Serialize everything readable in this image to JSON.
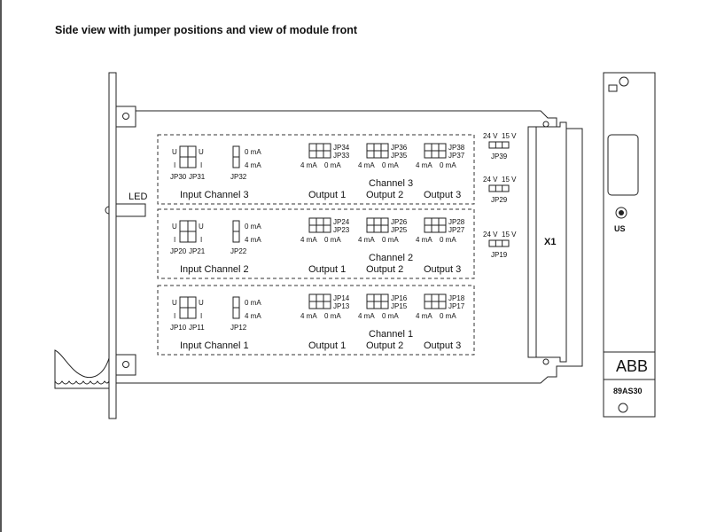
{
  "title": "Side view with jumper positions and view of module front",
  "led_label": "LED",
  "connector_label": "X1",
  "groups": [
    {
      "channel_label": "Channel 3",
      "input_label": "Input Channel 3",
      "u_top": "U",
      "u_bottom": "I",
      "u_top_r": "U",
      "u_bottom_r": "I",
      "jp_left": "JP30",
      "jp_right": "JP31",
      "mA_top": "0 mA",
      "mA_bottom": "4 mA",
      "jp_ma": "JP32",
      "outputs": [
        {
          "label": "Output 1",
          "jp_top": "JP34",
          "jp_bottom": "JP33",
          "ma_left": "4 mA",
          "ma_right": "0 mA"
        },
        {
          "label": "Output 2",
          "jp_top": "JP36",
          "jp_bottom": "JP35",
          "ma_left": "4 mA",
          "ma_right": "0 mA"
        },
        {
          "label": "Output 3",
          "jp_top": "JP38",
          "jp_bottom": "JP37",
          "ma_left": "4 mA",
          "ma_right": "0 mA"
        }
      ],
      "voltage_left": "24 V",
      "voltage_right": "15 V",
      "voltage_jp": "JP39"
    },
    {
      "channel_label": "Channel 2",
      "input_label": "Input Channel 2",
      "u_top": "U",
      "u_bottom": "I",
      "u_top_r": "U",
      "u_bottom_r": "I",
      "jp_left": "JP20",
      "jp_right": "JP21",
      "mA_top": "0 mA",
      "mA_bottom": "4 mA",
      "jp_ma": "JP22",
      "outputs": [
        {
          "label": "Output 1",
          "jp_top": "JP24",
          "jp_bottom": "JP23",
          "ma_left": "4 mA",
          "ma_right": "0 mA"
        },
        {
          "label": "Output 2",
          "jp_top": "JP26",
          "jp_bottom": "JP25",
          "ma_left": "4 mA",
          "ma_right": "0 mA"
        },
        {
          "label": "Output 3",
          "jp_top": "JP28",
          "jp_bottom": "JP27",
          "ma_left": "4 mA",
          "ma_right": "0 mA"
        }
      ],
      "voltage_left": "24 V",
      "voltage_right": "15 V",
      "voltage_jp": "JP29"
    },
    {
      "channel_label": "Channel 1",
      "input_label": "Input Channel 1",
      "u_top": "U",
      "u_bottom": "I",
      "u_top_r": "U",
      "u_bottom_r": "I",
      "jp_left": "JP10",
      "jp_right": "JP11",
      "mA_top": "0 mA",
      "mA_bottom": "4 mA",
      "jp_ma": "JP12",
      "outputs": [
        {
          "label": "Output 1",
          "jp_top": "JP14",
          "jp_bottom": "JP13",
          "ma_left": "4 mA",
          "ma_right": "0 mA"
        },
        {
          "label": "Output 2",
          "jp_top": "JP16",
          "jp_bottom": "JP15",
          "ma_left": "4 mA",
          "ma_right": "0 mA"
        },
        {
          "label": "Output 3",
          "jp_top": "JP18",
          "jp_bottom": "JP17",
          "ma_left": "4 mA",
          "ma_right": "0 mA"
        }
      ],
      "voltage_left": "24 V",
      "voltage_right": "15 V",
      "voltage_jp": "JP19"
    }
  ],
  "front": {
    "us_label": "US",
    "brand": "ABB",
    "model": "89AS30"
  }
}
